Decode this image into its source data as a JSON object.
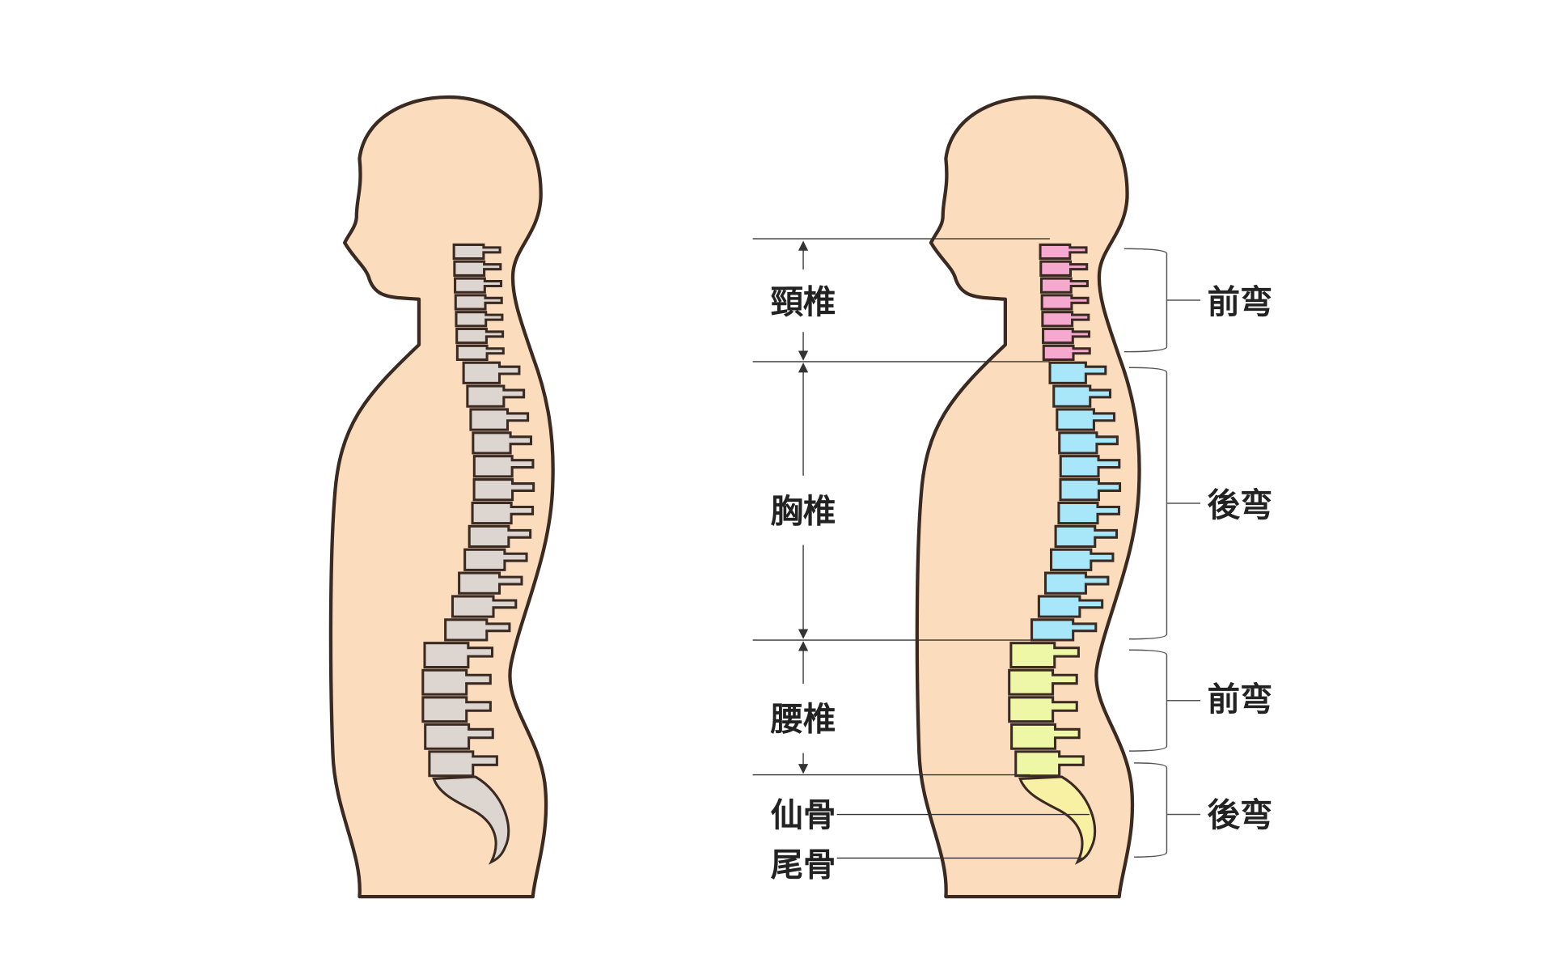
{
  "labels": {
    "cervical": "頸椎",
    "thoracic": "胸椎",
    "lumbar": "腰椎",
    "sacrum": "仙骨",
    "coccyx": "尾骨"
  },
  "curves": {
    "cervical_curve": "前弯",
    "thoracic_curve": "後弯",
    "lumbar_curve": "前弯",
    "sacral_curve": "後弯"
  },
  "colors": {
    "skin": "#fbdcbd",
    "outline": "#3a2a22",
    "plain_bone": "#ddd5cf",
    "cervical": "#f6a9cf",
    "thoracic": "#a8e6fa",
    "lumbar": "#eef7a6",
    "sacrum": "#f8f0a2"
  }
}
